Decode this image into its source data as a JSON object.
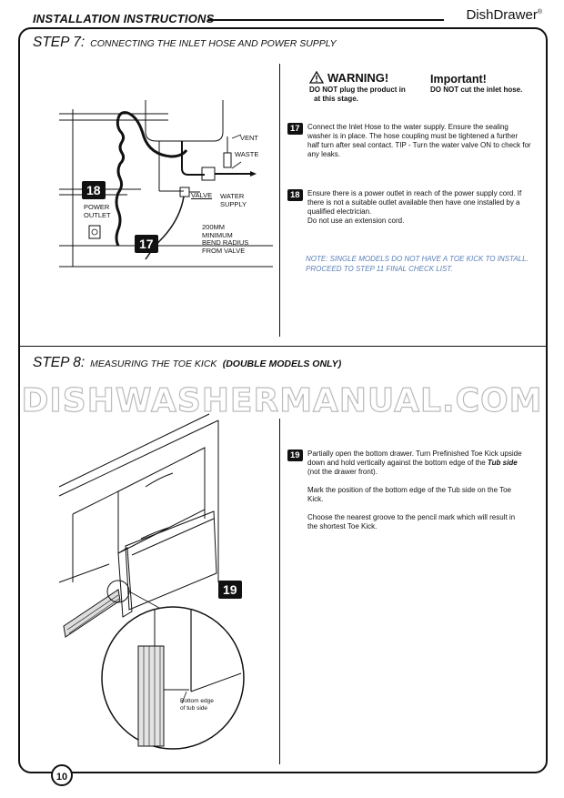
{
  "header": {
    "title": "INSTALLATION INSTRUCTIONS",
    "brand": "DishDrawer",
    "brand_mark": "®"
  },
  "step7": {
    "label": "STEP 7:",
    "subtitle": "CONNECTING THE INLET HOSE AND POWER SUPPLY",
    "warning_title": "WARNING!",
    "warning_text_1": "DO NOT plug the product in",
    "warning_text_2": "at this stage.",
    "important_title": "Important!",
    "important_text": "DO NOT cut the inlet hose.",
    "instr17_num": "17",
    "instr17_text": "Connect the Inlet Hose to the water supply. Ensure the sealing washer is in place. The hose coupling must be tightened a further half turn after seal contact. TIP - Turn the water valve ON to check for any leaks.",
    "instr18_num": "18",
    "instr18_text_1": "Ensure there is a power outlet in reach of the power supply cord. If there is not a suitable outlet available then have one installed by a qualified electrician.",
    "instr18_text_2": "Do not use an extension cord.",
    "note": "NOTE: SINGLE MODELS DO NOT HAVE A TOE KICK TO INSTALL. PROCEED TO STEP 11 FINAL CHECK LIST.",
    "diagram": {
      "badge18": "18",
      "badge17": "17",
      "power_outlet_1": "POWER",
      "power_outlet_2": "OUTLET",
      "vent": "VENT",
      "waste": "WASTE",
      "valve": "VALVE",
      "water_1": "WATER",
      "water_2": "SUPPLY",
      "bend_1": "200mm",
      "bend_2": "MINIMUM",
      "bend_3": "BEND RADIUS",
      "bend_4": "FROM VALVE"
    }
  },
  "step8": {
    "label": "STEP 8:",
    "subtitle": "MEASURING THE TOE KICK",
    "subtitle_bold": "(DOUBLE MODELS ONLY)",
    "instr19_num": "19",
    "instr19_text_a": "Partially open the bottom drawer.  Turn Prefinished Toe Kick upside down and hold vertically against the bottom edge of the",
    "instr19_text_em": "Tub side",
    "instr19_text_b": "(not the drawer front).",
    "instr19_p2": "Mark the position of the bottom edge of the Tub side on the Toe Kick.",
    "instr19_p3": "Choose the nearest groove to the pencil mark which will result in the shortest Toe Kick.",
    "diagram": {
      "badge19": "19",
      "callout_1": "Bottom edge",
      "callout_2": "of tub side"
    }
  },
  "watermark": "DISHWASHERMANUAL.COM",
  "page_number": "10"
}
